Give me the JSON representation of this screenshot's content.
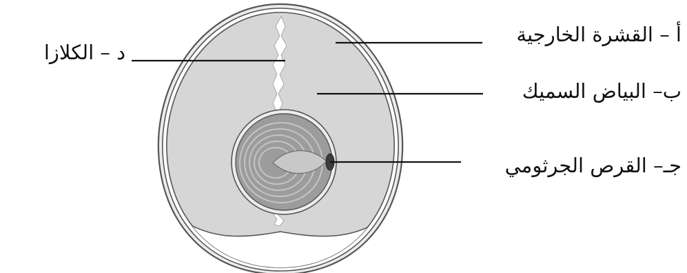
{
  "labels": {
    "outer_shell": "أ – القشرة الخارجية",
    "thick_albumen": "ب– البياض السميك",
    "germinal_disc": "جـ– القرص الجرثومي",
    "chalaza": "د – الكلازا"
  },
  "colors": {
    "albumen": "#d6d6d6",
    "shell_line": "#555555",
    "yolk": "#9c9c9c",
    "yolk_rings": "#c4c4c4",
    "air_cell": "#ffffff",
    "chalaza": "#ffffff",
    "leader": "#111111"
  }
}
